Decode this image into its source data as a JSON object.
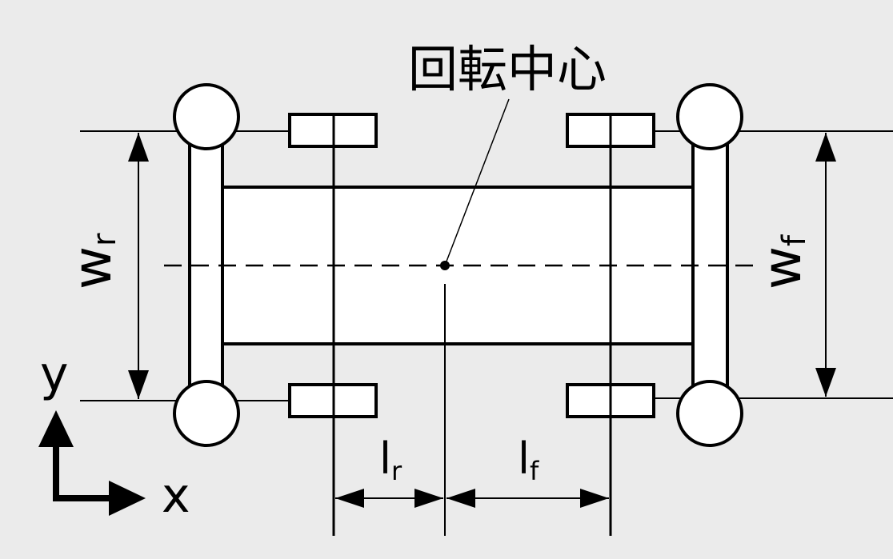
{
  "title": "回転中心",
  "labels": {
    "rear_width_main": "w",
    "rear_width_sub": "r",
    "front_width_main": "w",
    "front_width_sub": "f",
    "rear_length_main": "l",
    "rear_length_sub": "r",
    "front_length_main": "l",
    "front_length_sub": "f",
    "axis_y": "y",
    "axis_x": "x"
  },
  "colors": {
    "background": "#ebebeb",
    "line": "#000000",
    "fill": "#ffffff"
  }
}
